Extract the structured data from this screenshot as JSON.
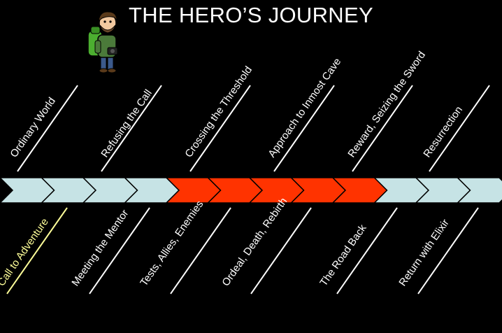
{
  "title": "THE HERO’S JOURNEY",
  "colors": {
    "background": "#000000",
    "light_chevron": "#c6e3e5",
    "red_chevron": "#ff3300",
    "label": "#ffffff",
    "highlight": "#ffff99"
  },
  "hero_icon": "hiker-with-backpack-illustration",
  "chevrons": [
    {
      "color": "light"
    },
    {
      "color": "light"
    },
    {
      "color": "light"
    },
    {
      "color": "light"
    },
    {
      "color": "red"
    },
    {
      "color": "red"
    },
    {
      "color": "red"
    },
    {
      "color": "red"
    },
    {
      "color": "red"
    },
    {
      "color": "light"
    },
    {
      "color": "light"
    },
    {
      "color": "light"
    }
  ],
  "top_labels": [
    {
      "text": "Ordinary World",
      "highlight": false
    },
    {
      "text": "Refusing the Call",
      "highlight": false
    },
    {
      "text": "Crossing the Threshold",
      "highlight": false
    },
    {
      "text": "Approach to Inmost Cave",
      "highlight": false
    },
    {
      "text": "Reward, Seizing the Sword",
      "highlight": false
    },
    {
      "text": "Resurrection",
      "highlight": false
    }
  ],
  "bottom_labels": [
    {
      "text": "Call to Adventure",
      "highlight": true
    },
    {
      "text": "Meeting the Mentor",
      "highlight": false
    },
    {
      "text": "Tests, Allies, Enemies",
      "highlight": false
    },
    {
      "text": "Ordeal, Death, Rebirth",
      "highlight": false
    },
    {
      "text": "The Road Back",
      "highlight": false
    },
    {
      "text": "Return with Elixir",
      "highlight": false
    }
  ]
}
